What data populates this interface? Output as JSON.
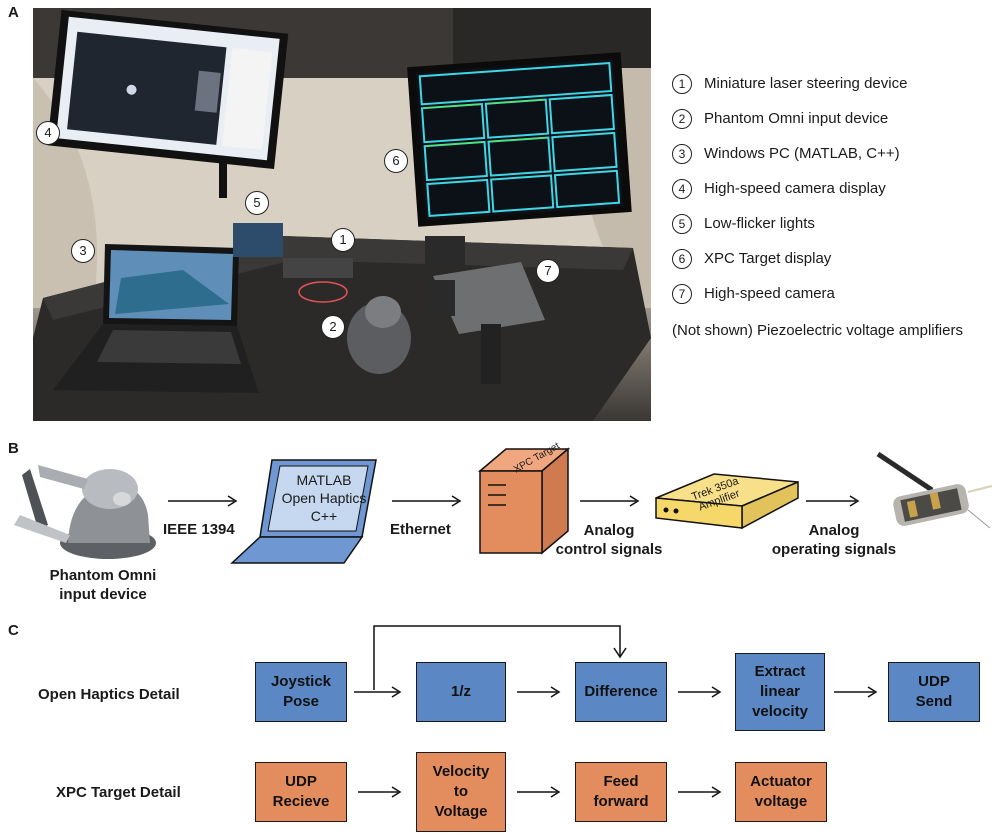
{
  "panels": {
    "a": "A",
    "b": "B",
    "c": "C"
  },
  "photo": {
    "callouts": [
      "1",
      "2",
      "3",
      "4",
      "5",
      "6",
      "7"
    ],
    "legend": [
      {
        "num": "1",
        "label": "Miniature laser steering device"
      },
      {
        "num": "2",
        "label": "Phantom Omni input device"
      },
      {
        "num": "3",
        "label": "Windows PC (MATLAB, C++)"
      },
      {
        "num": "4",
        "label": "High-speed camera display"
      },
      {
        "num": "5",
        "label": "Low-flicker lights"
      },
      {
        "num": "6",
        "label": "XPC Target display"
      },
      {
        "num": "7",
        "label": "High-speed camera"
      }
    ],
    "note": "(Not shown) Piezoelectric voltage amplifiers"
  },
  "pipeline": {
    "device_label": "Phantom Omni\ninput device",
    "device_line1": "Phantom Omni",
    "device_line2": "input device",
    "link1": "IEEE 1394",
    "laptop_line1": "MATLAB",
    "laptop_line2": "Open Haptics",
    "laptop_line3": "C++",
    "link2": "Ethernet",
    "tower": "XPC Target",
    "link3_line1": "Analog",
    "link3_line2": "control signals",
    "amp_line1": "Trek 350a",
    "amp_line2": "Amplifier",
    "link4_line1": "Analog",
    "link4_line2": "operating signals"
  },
  "detail": {
    "row1_label": "Open Haptics Detail",
    "row1": [
      {
        "l1": "Joystick",
        "l2": "Pose"
      },
      {
        "l1": "1/z",
        "l2": ""
      },
      {
        "l1": "Difference",
        "l2": ""
      },
      {
        "l1": "Extract",
        "l2": "linear",
        "l3": "velocity"
      },
      {
        "l1": "UDP",
        "l2": "Send"
      }
    ],
    "row2_label": "XPC Target Detail",
    "row2": [
      {
        "l1": "UDP",
        "l2": "Recieve"
      },
      {
        "l1": "Velocity",
        "l2": "to",
        "l3": "Voltage"
      },
      {
        "l1": "Feed",
        "l2": "forward"
      },
      {
        "l1": "Actuator",
        "l2": "voltage"
      }
    ]
  },
  "colors": {
    "blue_box": "#5b87c5",
    "orange_box": "#e38c5e",
    "laptop": "#6f98d3",
    "tower": "#e38c5e",
    "amplifier": "#f6d76a"
  }
}
